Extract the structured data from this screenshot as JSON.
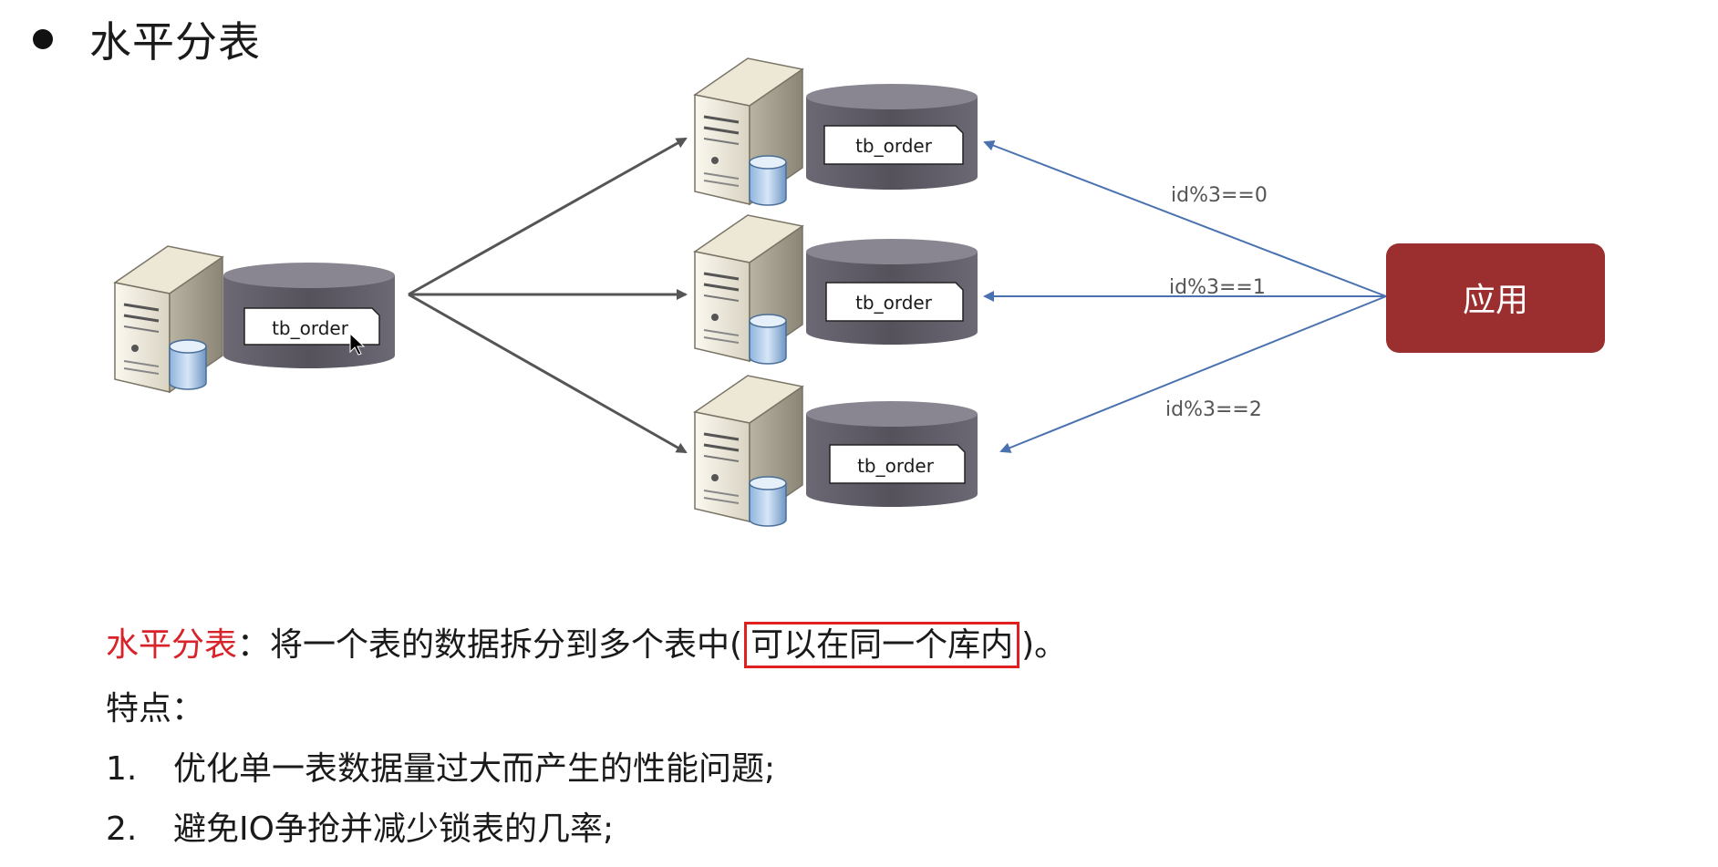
{
  "heading": {
    "title": "水平分表"
  },
  "diagram": {
    "source_table": "tb_order",
    "shard_tables": [
      "tb_order",
      "tb_order",
      "tb_order"
    ],
    "conditions": [
      "id%3==0",
      "id%3==1",
      "id%3==2"
    ],
    "app_label": "应用",
    "colors": {
      "app_box": "#9b2f2f",
      "route_arrows": "#4a72b0",
      "split_arrows": "#555555",
      "db_cylinder": "#5e5b66",
      "highlight_box": "#e01f1f",
      "title_red": "#d9232a"
    }
  },
  "description": {
    "term": "水平分表",
    "colon": "：",
    "text": "将一个表的数据拆分到多个表中(",
    "highlight": "可以在同一个库内",
    "text_end": ")。",
    "features_label": "特点：",
    "items": [
      {
        "number": "1.",
        "text": "优化单一表数据量过大而产生的性能问题;"
      },
      {
        "number": "2.",
        "text": "避免IO争抢并减少锁表的几率;"
      }
    ]
  }
}
